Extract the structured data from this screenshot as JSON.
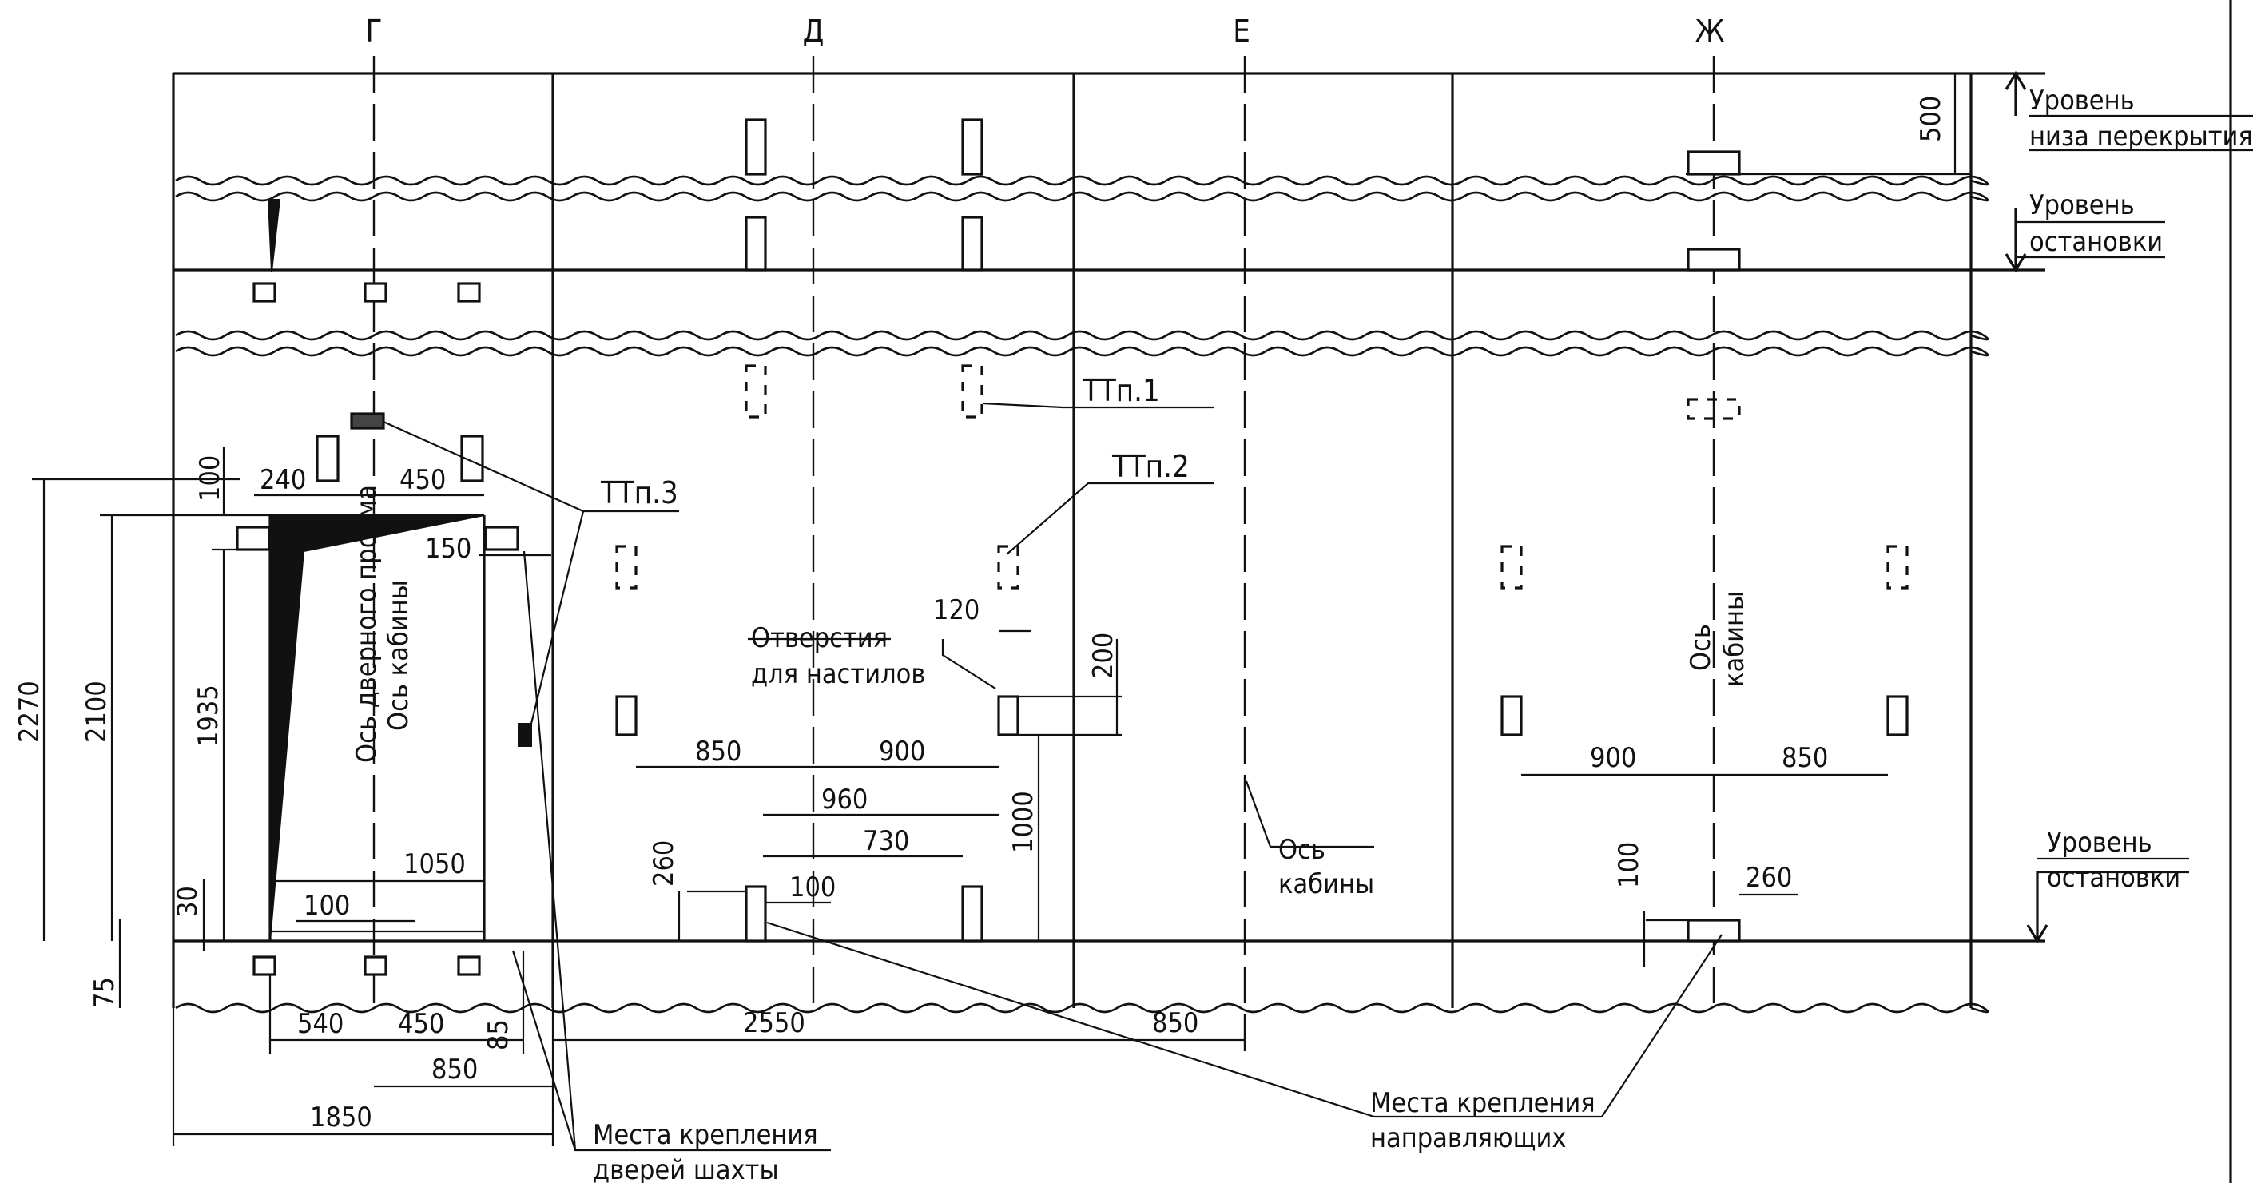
{
  "axes": {
    "g": "Г",
    "d": "Д",
    "e": "Е",
    "zh": "Ж"
  },
  "levels": {
    "ceiling": "Уровень\nниза перекрытия",
    "stop_top": "Уровень\nостановки",
    "stop_bottom": "Уровень\nостановки"
  },
  "labels": {
    "door_axis": "Ось дверного проема",
    "cabin_axis_vertical": "Ось кабины",
    "cabin_axis_center": "Ось\nкабины",
    "cabin_axis_right": "Ось\nкабины",
    "holes": "Отверстия\nдля настилов",
    "door_fix": "Места крепления\nдверей шахты",
    "guide_fix": "Места крепления\nнаправляющих",
    "ttp1": "ТТп.1",
    "ttp2": "ТТп.2",
    "ttp3": "ТТп.3"
  },
  "dimensions": {
    "d500": "500",
    "d100_top": "100",
    "d240": "240",
    "d450_top": "450",
    "d150": "150",
    "d2270": "2270",
    "d2100": "2100",
    "d1935": "1935",
    "d1050": "1050",
    "d100_mid": "100",
    "d30": "30",
    "d75": "75",
    "d540": "540",
    "d450_bot": "450",
    "d85": "85",
    "d850_bot": "850",
    "d1850": "1850",
    "d120": "120",
    "d200": "200",
    "d850_d": "850",
    "d900_d": "900",
    "d960": "960",
    "d730": "730",
    "d1000": "1000",
    "d260_d": "260",
    "d100_d": "100",
    "d2550": "2550",
    "d850_e": "850",
    "d900_zh": "900",
    "d850_zh": "850",
    "d100_zh": "100",
    "d260_zh": "260"
  }
}
